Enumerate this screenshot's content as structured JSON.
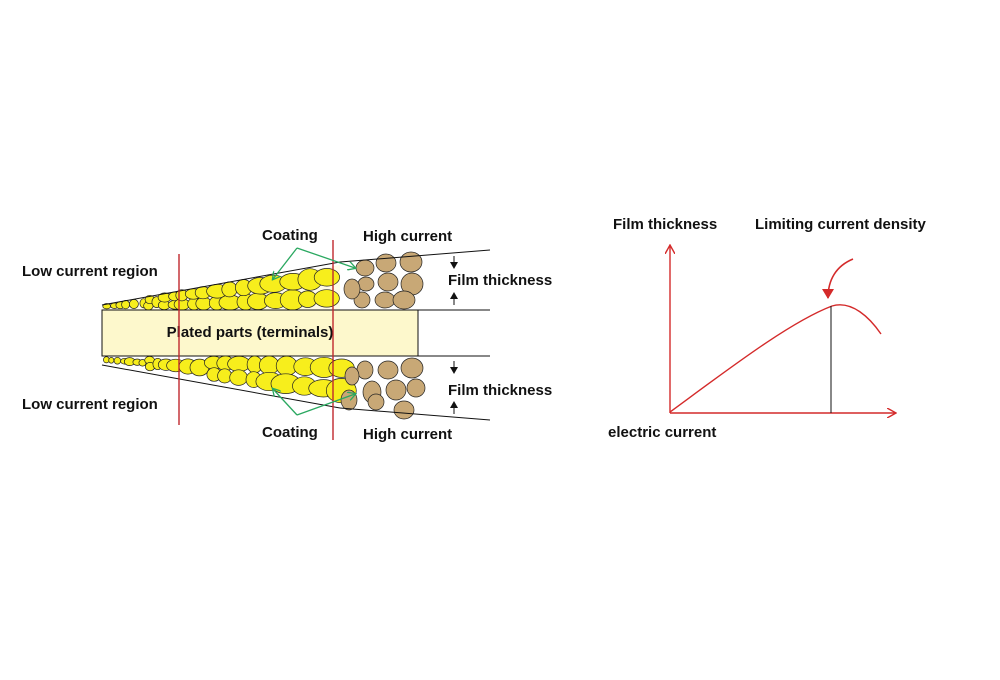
{
  "left_diagram": {
    "part_label": "Plated parts (terminals)",
    "low_current_top": "Low current region",
    "low_current_bottom": "Low current region",
    "coating_top": "Coating",
    "coating_bottom": "Coating",
    "high_current_top": "High current",
    "high_current_bottom": "High current",
    "film_thickness_top": "Film thickness",
    "film_thickness_bottom": "Film thickness"
  },
  "right_graph": {
    "y_axis_label": "Film thickness",
    "x_axis_label": "electric current",
    "peak_label": "Limiting current density"
  },
  "colors": {
    "grain_yellow": "#f7ee1c",
    "grain_brown": "#c8a876",
    "part_fill": "#fdf8cc",
    "region_line": "#c0282e",
    "leader_green": "#2aa860",
    "graph_red": "#d42a2a"
  }
}
